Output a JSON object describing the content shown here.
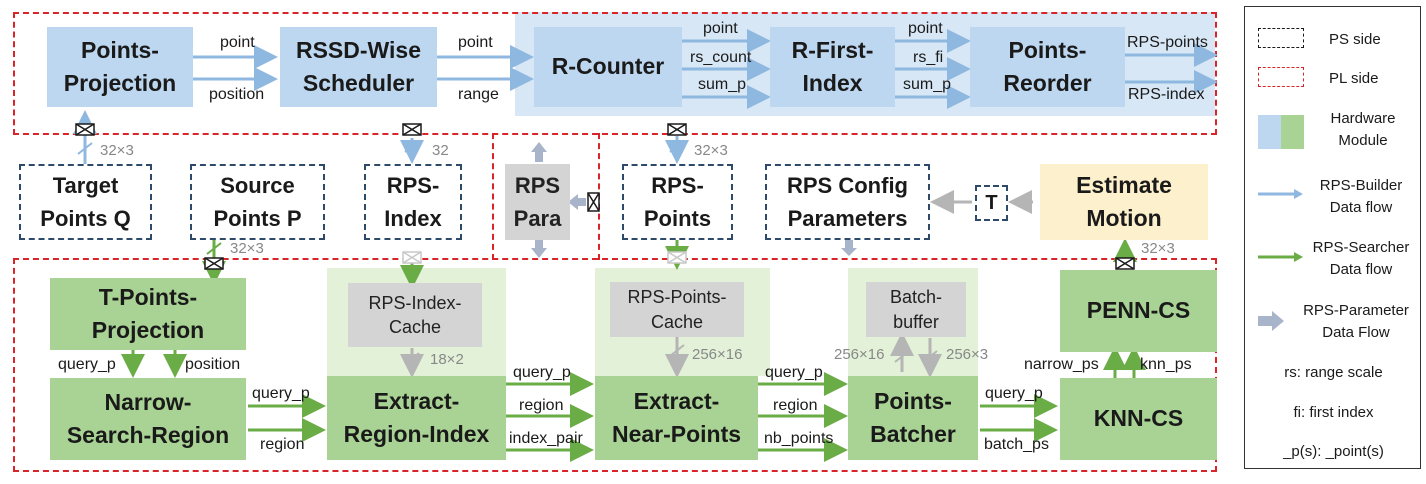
{
  "modules": {
    "points_projection": "Points-\nProjection",
    "rssd_scheduler": "RSSD-Wise\nScheduler",
    "r_counter": "R-Counter",
    "r_first_index": "R-First-\nIndex",
    "points_reorder": "Points-\nReorder",
    "target_points": "Target\nPoints Q",
    "source_points": "Source\nPoints P",
    "rps_index": "RPS-\nIndex",
    "rps_para": "RPS\nPara",
    "rps_points": "RPS-\nPoints",
    "rps_config": "RPS Config\nParameters",
    "t_box": "T",
    "estimate_motion": "Estimate\nMotion",
    "t_points_projection": "T-Points-\nProjection",
    "narrow_search_region": "Narrow-\nSearch-Region",
    "rps_index_cache": "RPS-Index-\nCache",
    "extract_region_index": "Extract-\nRegion-Index",
    "rps_points_cache": "RPS-Points-\nCache",
    "extract_near_points": "Extract-\nNear-Points",
    "batch_buffer": "Batch-\nbuffer",
    "points_batcher": "Points-\nBatcher",
    "penn_cs": "PENN-CS",
    "knn_cs": "KNN-CS"
  },
  "signals": {
    "pp_point": "point",
    "pp_position": "position",
    "rs_point": "point",
    "rs_range": "range",
    "rc_point": "point",
    "rc_rs_count": "rs_count",
    "rc_sum_p": "sum_p",
    "rf_point": "point",
    "rf_rs_fi": "rs_fi",
    "rf_sum_p": "sum_p",
    "out_rps_points": "RPS-points",
    "out_rps_index": "RPS-index",
    "tp_query_p": "query_p",
    "tp_position": "position",
    "ns_query_p": "query_p",
    "ns_region": "region",
    "er_query_p": "query_p",
    "er_region": "region",
    "er_index_pair": "index_pair",
    "en_query_p": "query_p",
    "en_region": "region",
    "en_nb_points": "nb_points",
    "pb_query_p": "query_p",
    "pb_batch_ps": "batch_ps",
    "kc_narrow_ps": "narrow_ps",
    "kc_knn_ps": "knn_ps"
  },
  "widths": {
    "w_target": "32×3",
    "w_rpsindex": "32",
    "w_rpspoints": "32×3",
    "w_source": "32×3",
    "w_estimate": "32×3",
    "w_index_cache": "18×2",
    "w_points_cache": "256×16",
    "w_batch_left": "256×16",
    "w_batch_right": "256×3"
  },
  "legend": {
    "ps_side": "PS side",
    "pl_side": "PL side",
    "hardware_module": "Hardware\nModule",
    "builder_flow": "RPS-Builder\nData flow",
    "searcher_flow": "RPS-Searcher\nData flow",
    "parameter_flow": "RPS-Parameter\nData Flow",
    "note_rs": "rs: range scale",
    "note_fi": "fi: first index",
    "note_p": "_p(s): _point(s)"
  },
  "colors": {
    "pl_border": "#d9252a",
    "ps_border": "#2d4a6b",
    "hardware_blue": "#bcd7ef",
    "hardware_green": "#a9d394",
    "builder_arrow": "#8fb8e0",
    "searcher_arrow": "#6aac45",
    "parameter_arrow": "#a7b4c9"
  }
}
